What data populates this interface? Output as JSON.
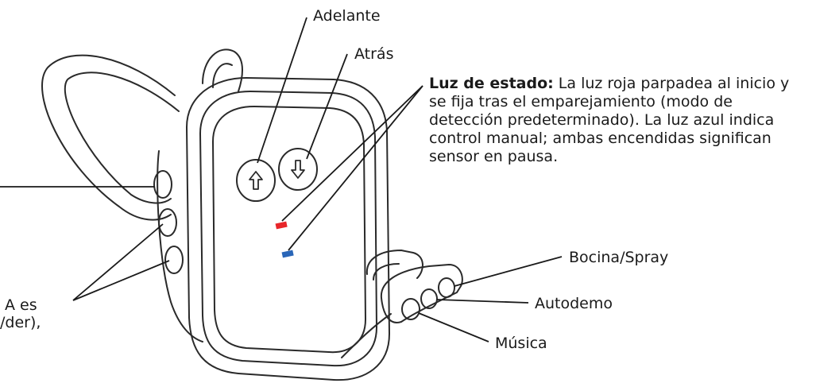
{
  "labels": {
    "forward": "Adelante",
    "back": "Atrás",
    "horn_spray": "Bocina/Spray",
    "autodemo": "Autodemo",
    "music": "Música",
    "side_partial_1": "A es",
    "side_partial_2": "/der),"
  },
  "status_light": {
    "title": "Luz de estado:",
    "text": " La luz roja parpadea al inicio y se fija tras el emparejamiento (modo de detección predeterminado). La luz azul indica control manual; ambas encendidas significan sensor en pausa."
  },
  "colors": {
    "outline": "#2a2a2a",
    "led_red": "#e8262a",
    "led_blue": "#2a66b8",
    "background": "#ffffff"
  },
  "icons": {
    "forward_button": "arrow-up-icon",
    "back_button": "arrow-down-icon"
  }
}
